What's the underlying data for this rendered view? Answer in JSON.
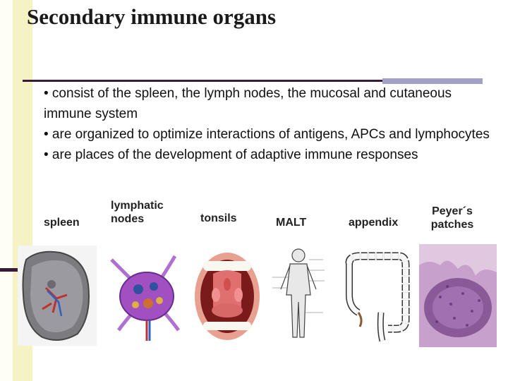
{
  "slide": {
    "title": "Secondary immune organs",
    "bullets": [
      "• consist of the spleen, the lymph nodes, the mucosal and cutaneous immune system",
      "• are organized to optimize interactions of antigens, APCs and lymphocytes",
      "• are places of the development of adaptive immune responses"
    ],
    "labels": {
      "spleen": "spleen",
      "lymphatic_nodes_1": "lymphatic",
      "lymphatic_nodes_2": "nodes",
      "tonsils": "tonsils",
      "malt": "MALT",
      "appendix": "appendix",
      "peyers_1": "Peyer´s",
      "peyers_2": "patches"
    }
  },
  "colors": {
    "left_band": "#f5f2c4",
    "rule_dark": "#3a1a3a",
    "rule_accent": "#a0a0c8",
    "text": "#111111"
  }
}
